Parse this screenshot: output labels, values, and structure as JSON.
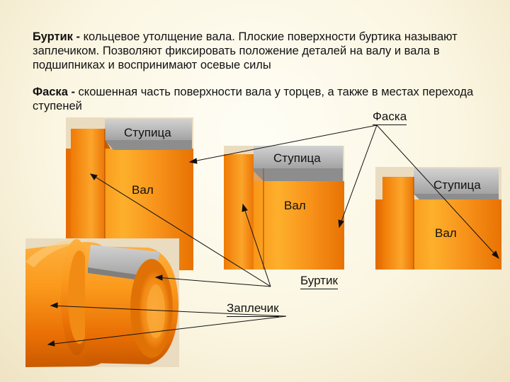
{
  "definitions": [
    {
      "term": "Буртик -",
      "text": " кольцевое утолщение вала. Плоские поверхности буртика называют заплечиком. Позволяют фиксировать положение деталей на валу и вала в подшипниках и воспринимают осевые силы"
    },
    {
      "term": "Фаска -",
      "text": " скошенная часть поверхности вала у торцев, а также в местах перехода ступеней"
    }
  ],
  "labels": {
    "chamfer": "Фаска",
    "hub_1": "Ступица",
    "hub_2": "Ступица",
    "hub_3": "Ступица",
    "shaft_1": "Вал",
    "shaft_2": "Вал",
    "shaft_3": "Вал",
    "collar": "Буртик",
    "shoulder": "Заплечик"
  },
  "colors": {
    "shaft_orange": "#f7901a",
    "hub_gray": "#b9b9b9",
    "render_background": "#e9dcc0"
  }
}
